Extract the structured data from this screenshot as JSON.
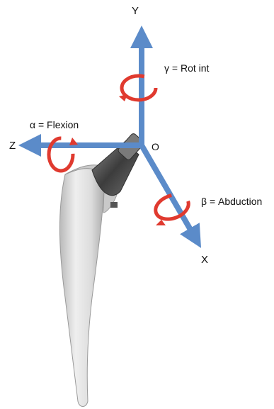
{
  "axes": {
    "y": "Y",
    "z": "Z",
    "x": "X",
    "origin": "O"
  },
  "rotations": {
    "gamma": "γ = Rot int",
    "alpha": "α = Flexion",
    "beta": "β = Abduction"
  },
  "colors": {
    "axis": "#5b8bc9",
    "rotation_arrow": "#e03a2f",
    "implant_metal": "#d9d9d9",
    "implant_neck": "#5a5a5a"
  }
}
